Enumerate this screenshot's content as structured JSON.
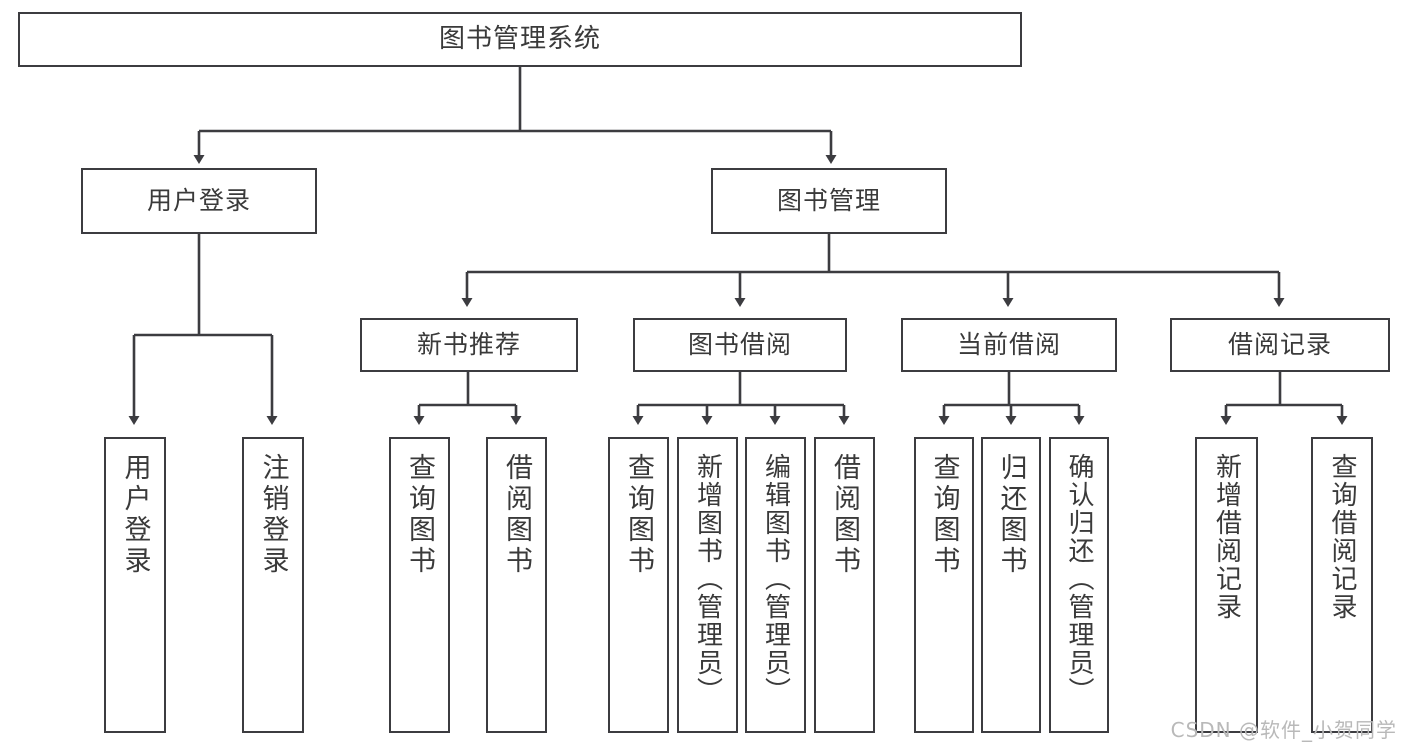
{
  "diagram": {
    "title": "图书管理系统",
    "type": "hierarchy-tree",
    "background_color": "#ffffff",
    "stroke_color": "#3c3c40",
    "text_color": "#3a3a3a"
  },
  "root": {
    "label": "图书管理系统"
  },
  "level2": [
    {
      "label": "用户登录"
    },
    {
      "label": "图书管理"
    }
  ],
  "level3": [
    {
      "label": "新书推荐"
    },
    {
      "label": "图书借阅"
    },
    {
      "label": "当前借阅"
    },
    {
      "label": "借阅记录"
    }
  ],
  "leaves": {
    "user_login": [
      {
        "label": "用户登录"
      },
      {
        "label": "注销登录"
      }
    ],
    "new_book": [
      {
        "label": "查询图书"
      },
      {
        "label": "借阅图书"
      }
    ],
    "book_borrow": [
      {
        "label": "查询图书"
      },
      {
        "label": "新增图书（管理员）"
      },
      {
        "label": "编辑图书（管理员）"
      },
      {
        "label": "借阅图书"
      }
    ],
    "current_borrow": [
      {
        "label": "查询图书"
      },
      {
        "label": "归还图书"
      },
      {
        "label": "确认归还（管理员）"
      }
    ],
    "borrow_record": [
      {
        "label": "新增借阅记录"
      },
      {
        "label": "查询借阅记录"
      }
    ]
  },
  "watermark": {
    "text": "CSDN @软件_小贺同学"
  }
}
